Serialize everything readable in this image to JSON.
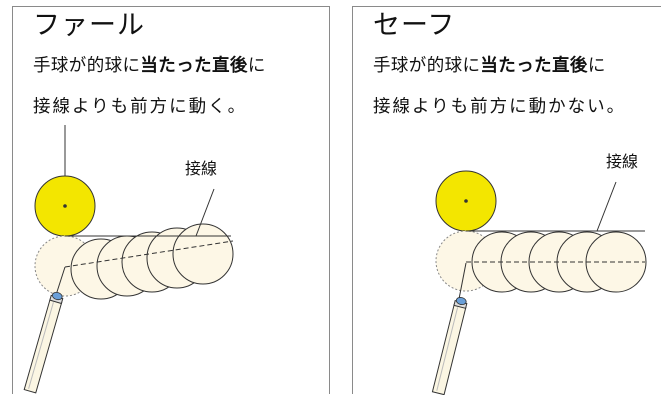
{
  "foul": {
    "title": "ファール",
    "line1_pre": "手球が的球に",
    "line1_bold": "当たった直後",
    "line1_post": "に",
    "line2": "接線よりも前方に動く。",
    "tangent_label": "接線"
  },
  "safe": {
    "title": "セーフ",
    "line1_pre": "手球が的球に",
    "line1_bold": "当たった直後",
    "line1_post": "に",
    "line2": "接線よりも前方に動かない。",
    "tangent_label": "接線"
  },
  "colors": {
    "object_ball": "#f3e600",
    "cue_ball": "#fdf7e6",
    "stroke": "#333333",
    "panel_border": "#8a8a8a",
    "cue_tip": "#6a9fd8",
    "cue_body": "#fbf6e3"
  }
}
